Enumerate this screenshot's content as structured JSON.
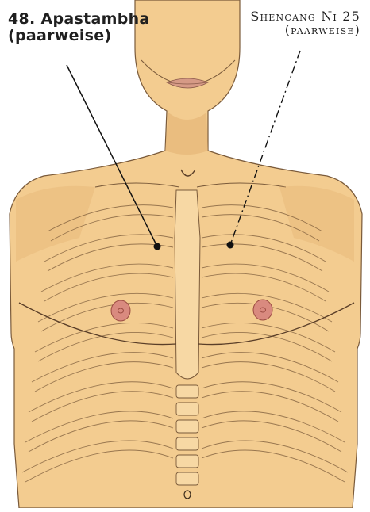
{
  "labels": {
    "left": {
      "line1": "48. Apastambha",
      "line2": "(paarweise)"
    },
    "right": {
      "line1": "Shencang Ni 25",
      "line2": "(paarweise)"
    }
  },
  "colors": {
    "skin": "#f3cc90",
    "skin_shadow": "#e2b071",
    "outline": "#7a5a3a",
    "nipple": "#d98a7f",
    "point": "#111111",
    "lips": "#d69a86"
  }
}
